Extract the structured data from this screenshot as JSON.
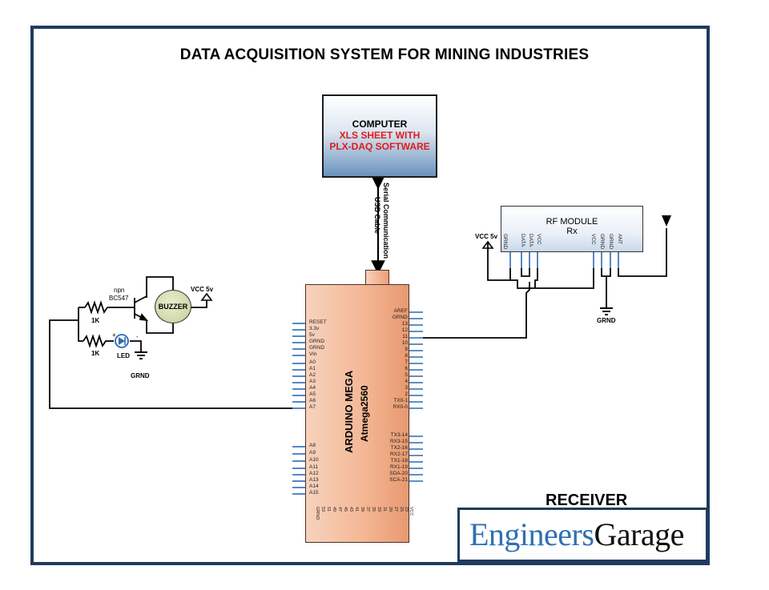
{
  "title": "DATA ACQUISITION SYSTEM FOR MINING INDUSTRIES",
  "computer": {
    "line1": "COMPUTER",
    "line2": "XLS SHEET WITH",
    "line3": "PLX-DAQ SOFTWARE"
  },
  "link": {
    "line1": "Serial Communication",
    "line2": "USB Cable"
  },
  "rf_module": {
    "line1": "RF MODULE",
    "line2": "Rx",
    "pins_left": [
      "GRND",
      "DATA",
      "DATA",
      "VCC"
    ],
    "pins_right": [
      "VCC",
      "GRND",
      "GRND",
      "ANT"
    ]
  },
  "rf_vcc": "VCC 5v",
  "rf_grnd": "GRND",
  "arduino": {
    "name": "ARDUINO MEGA",
    "chip": "Atmega2560",
    "left_pins": [
      "RESET",
      "3.3v",
      "5v",
      "GRND",
      "GRND",
      "Vin",
      "A0",
      "A1",
      "A2",
      "A3",
      "A4",
      "A5",
      "A6",
      "A7",
      "A8",
      "A9",
      "A10",
      "A11",
      "A12",
      "A13",
      "A14",
      "A15"
    ],
    "right_pins": [
      "AREF",
      "GRND",
      "13",
      "12",
      "11",
      "10",
      "9",
      "8",
      "7",
      "6",
      "5",
      "4",
      "3",
      "2",
      "TX0-1",
      "RX0-0",
      "TX3-14",
      "RX3-15",
      "TX2-16",
      "RX2-17",
      "TX1-18",
      "RX1-19",
      "SDA-20",
      "SCA-21"
    ],
    "bottom_pins": [
      "GRND",
      "53",
      "51",
      "49",
      "47",
      "45",
      "43",
      "41",
      "39",
      "37",
      "35",
      "33",
      "31",
      "29",
      "27",
      "25",
      "23",
      "VCC"
    ]
  },
  "alarm": {
    "transistor_type": "npn",
    "transistor_model": "BC547",
    "r1": "1K",
    "r2": "1K",
    "led": "LED",
    "buzzer": "BUZZER",
    "vcc": "VCC 5v",
    "grnd": "GRND",
    "plus": "+",
    "minus": "-"
  },
  "receiver": "RECEIVER",
  "logo": {
    "part1": "Engineers",
    "part2": "Garage"
  },
  "colors": {
    "frame": "#1f3b5e",
    "arduino": "#f4b896",
    "computer_accent": "#e01b1b",
    "logo_blue": "#2f6fb3"
  }
}
